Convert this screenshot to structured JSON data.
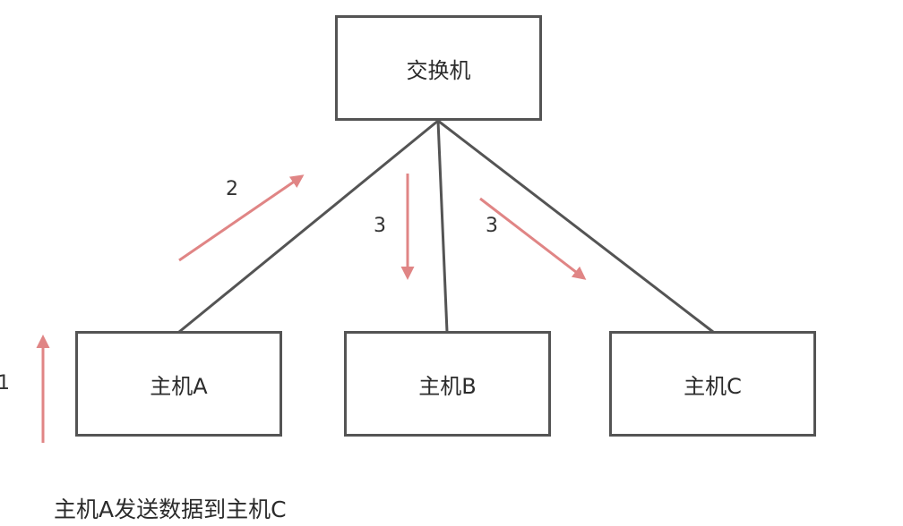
{
  "nodes": {
    "switch": "交换机",
    "host_a": "主机A",
    "host_b": "主机B",
    "host_c": "主机C"
  },
  "steps": {
    "step_1": "1",
    "step_2": "2",
    "step_3_left": "3",
    "step_3_right": "3"
  },
  "caption": "主机A发送数据到主机C",
  "colors": {
    "link": "#545454",
    "arrow": "#e08585",
    "box_border": "#545454"
  }
}
